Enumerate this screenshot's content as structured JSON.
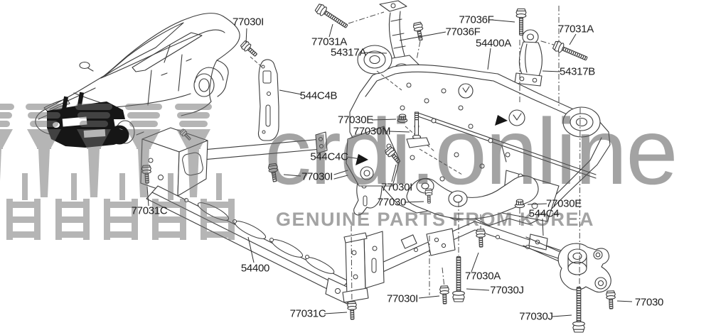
{
  "watermark": {
    "brand": "crdi.online",
    "tagline": "GENUINE PARTS FROM KOREA",
    "icon_names": [
      "injector-icon",
      "rail-ladder-icon"
    ],
    "color": "#a8a8a8"
  },
  "diagram": {
    "labels": [
      "77030I",
      "77031A",
      "54317A",
      "77036F",
      "77036F",
      "54400A",
      "77031A",
      "54317B",
      "544C4B",
      "77030E",
      "77030M",
      "544C4C",
      "77030I",
      "77030I",
      "77030",
      "77030E",
      "544C4",
      "77031C",
      "54400",
      "77030A",
      "77030J",
      "77030I",
      "77030",
      "77031C",
      "77030J"
    ]
  },
  "colors": {
    "line": "#3a3a3a",
    "label_text": "#1c1c1c",
    "background": "#ffffff",
    "highlight_part": "#161616"
  }
}
